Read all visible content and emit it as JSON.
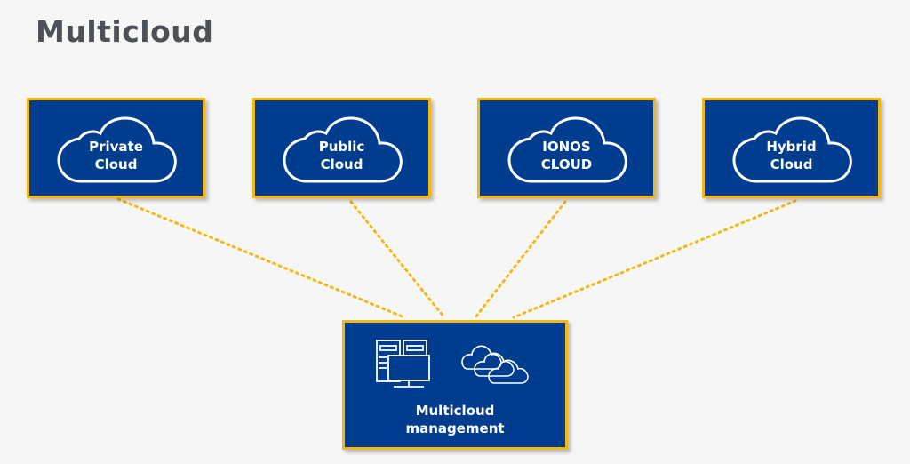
{
  "title": "Multicloud",
  "colors": {
    "box_fill": "#003d8f",
    "border": "#f3b814",
    "connector": "#f3b814",
    "title": "#4b5157",
    "background": "#f6f6f6"
  },
  "clouds": [
    {
      "line1": "Private",
      "line2": "Cloud"
    },
    {
      "line1": "Public",
      "line2": "Cloud"
    },
    {
      "line1": "IONOS",
      "line2": "CLOUD"
    },
    {
      "line1": "Hybrid",
      "line2": "Cloud"
    }
  ],
  "management": {
    "line1": "Multicloud",
    "line2": "management",
    "icons": [
      "server-monitor-icon",
      "multi-cloud-icon"
    ]
  }
}
